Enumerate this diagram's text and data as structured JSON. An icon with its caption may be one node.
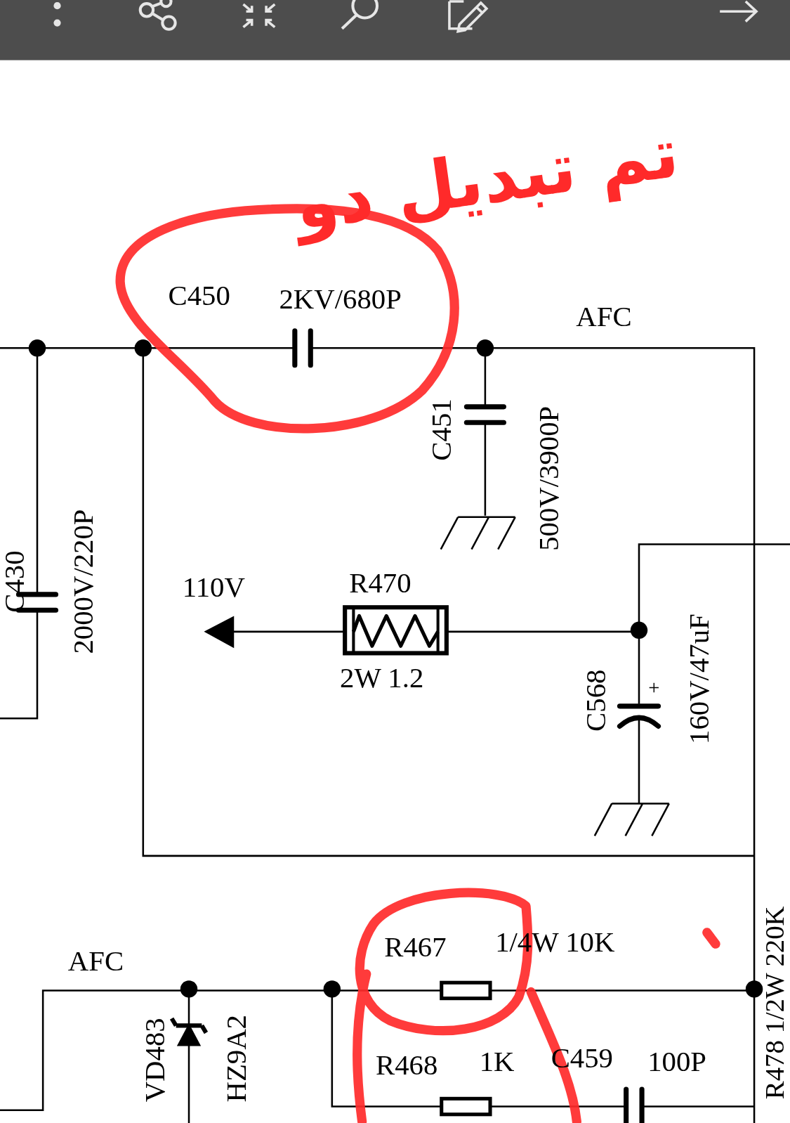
{
  "diagram": {
    "labels": [
      "تم تبديل دو",
      "C450",
      "2KV/680P",
      "AFC",
      "C451",
      "500V/3900P",
      "C430",
      "2000V/220P",
      "110V",
      "R470",
      "2W 1.2",
      "C568",
      "+",
      "160V/47uF",
      "AFC",
      "R467",
      "1/4W 10K",
      "VD483",
      "HZ9A2",
      "R468",
      "1K",
      "C459",
      "100P",
      "R478 1/2W 220K"
    ]
  }
}
